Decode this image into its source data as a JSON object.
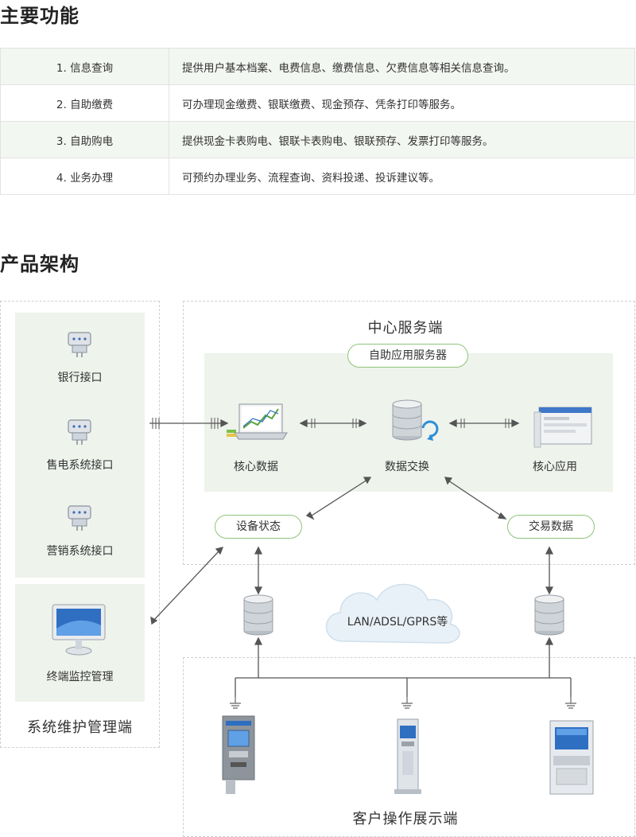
{
  "sections": {
    "features_title": "主要功能",
    "architecture_title": "产品架构"
  },
  "features": [
    {
      "name": "1. 信息查询",
      "desc": "提供用户基本档案、电费信息、缴费信息、欠费信息等相关信息查询。"
    },
    {
      "name": "2. 自助缴费",
      "desc": "可办理现金缴费、银联缴费、现金预存、凭条打印等服务。"
    },
    {
      "name": "3. 自助购电",
      "desc": "提供现金卡表购电、银联卡表购电、银联预存、发票打印等服务。"
    },
    {
      "name": "4. 业务办理",
      "desc": "可预约办理业务、流程查询、资料投递、投诉建议等。"
    }
  ],
  "diagram": {
    "left_panel": {
      "interfaces": [
        "银行接口",
        "售电系统接口",
        "营销系统接口"
      ],
      "monitor": "终端监控管理",
      "caption": "系统维护管理端"
    },
    "center": {
      "caption": "中心服务端",
      "server_pill": "自助应用服务器",
      "core_data": "核心数据",
      "data_exchange": "数据交换",
      "core_app": "核心应用",
      "device_status": "设备状态",
      "trade_data": "交易数据"
    },
    "network": "LAN/ADSL/GPRS等",
    "client_caption": "客户操作展示端",
    "colors": {
      "accent_green": "#8ec47a",
      "panel_green": "#eef3ec",
      "row_green": "#f3f7f1"
    }
  }
}
